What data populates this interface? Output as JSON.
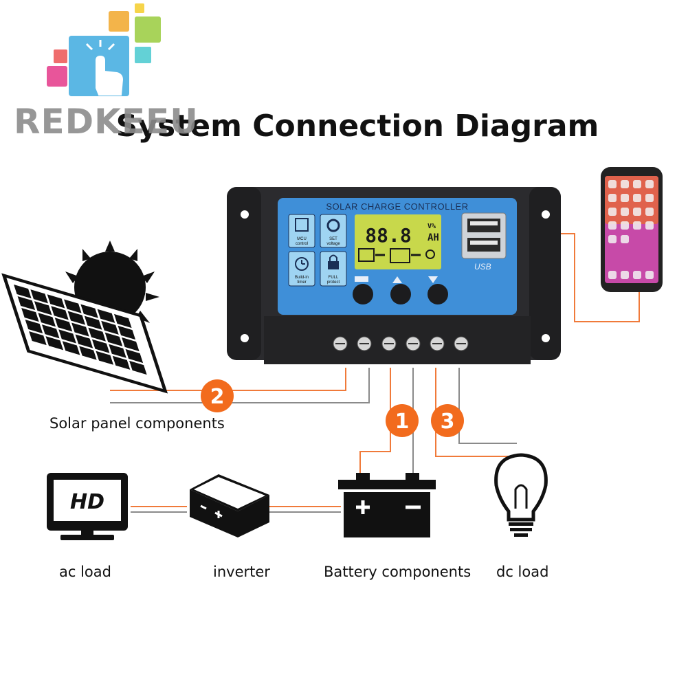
{
  "brand": {
    "name": "REDKEEU"
  },
  "title": "System Connection Diagram",
  "controller": {
    "title": "SOLAR CHARGE CONTROLLER",
    "lcd_reading": "88.8",
    "lcd_unit_top": "V%",
    "lcd_unit_bottom": "AH",
    "usb_label": "USB",
    "features": [
      {
        "line1": "MCU",
        "line2": "control"
      },
      {
        "line1": "SET",
        "line2": "voltage"
      },
      {
        "line1": "Build-in",
        "line2": "timer"
      },
      {
        "line1": "FULL",
        "line2": "protect"
      }
    ],
    "buttons": 3
  },
  "components": {
    "solar_panel": "Solar panel components",
    "ac_load": "ac load",
    "inverter": "inverter",
    "battery": "Battery components",
    "dc_load": "dc load"
  },
  "steps": {
    "step1": "1",
    "step2": "2",
    "step3": "3"
  },
  "colors": {
    "wire_orange": "#f07a3a",
    "wire_gray": "#8a8a8a",
    "badge": "#f26b1d",
    "panel_blue": "#3f8fd8"
  }
}
